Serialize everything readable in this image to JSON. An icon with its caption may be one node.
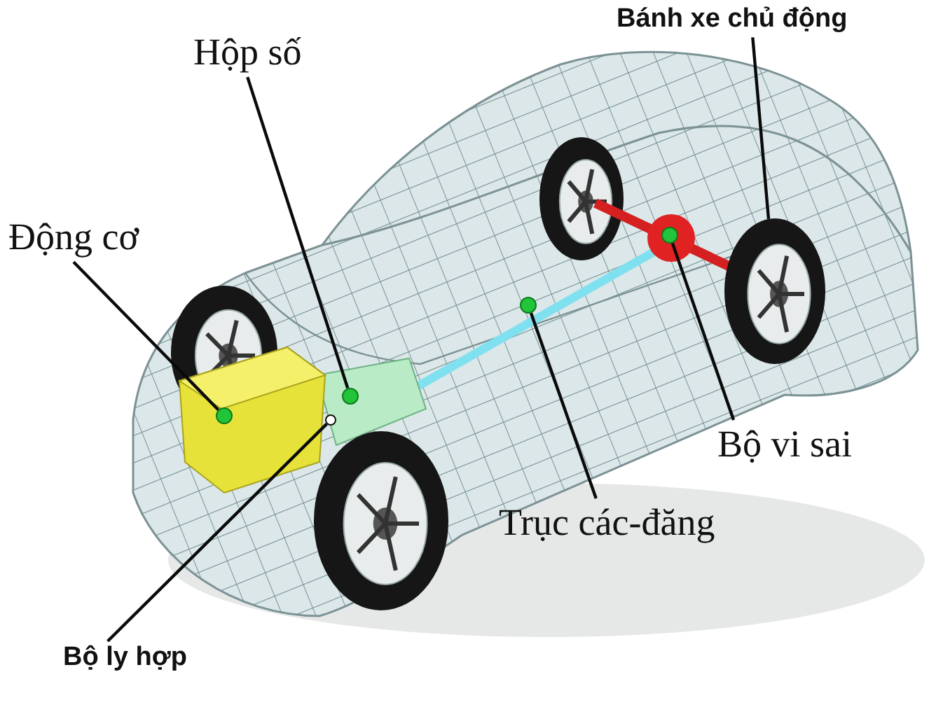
{
  "diagram": {
    "nodes": [
      {
        "text": [
          "Bánh xe chủ động"
        ]
      },
      {
        "text": [
          "Hộp số"
        ]
      },
      {
        "text": [
          "Động cơ"
        ]
      },
      {
        "text": [
          "Bộ vi sai"
        ]
      },
      {
        "text": [
          "Trục các-đăng"
        ]
      },
      {
        "text": [
          "Bộ ly hợp"
        ]
      },
      {
        "text": [],
        "shape": "circle"
      },
      {
        "text": [],
        "shape": "circle"
      },
      {
        "text": [],
        "shape": "circle"
      },
      {
        "text": [],
        "shape": "circle"
      },
      {
        "text": [],
        "shape": "circle"
      },
      {
        "text": [],
        "shape": "picture"
      }
    ],
    "edges": [
      {
        "from": 0,
        "to": 11,
        "arrow": "none"
      },
      {
        "from": 1,
        "to": 6,
        "arrow": "none"
      },
      {
        "from": 2,
        "to": 7,
        "arrow": "none"
      },
      {
        "from": 3,
        "to": 8,
        "arrow": "none"
      },
      {
        "from": 4,
        "to": 9,
        "arrow": "none"
      },
      {
        "from": 5,
        "to": 10,
        "arrow": "none"
      }
    ]
  }
}
